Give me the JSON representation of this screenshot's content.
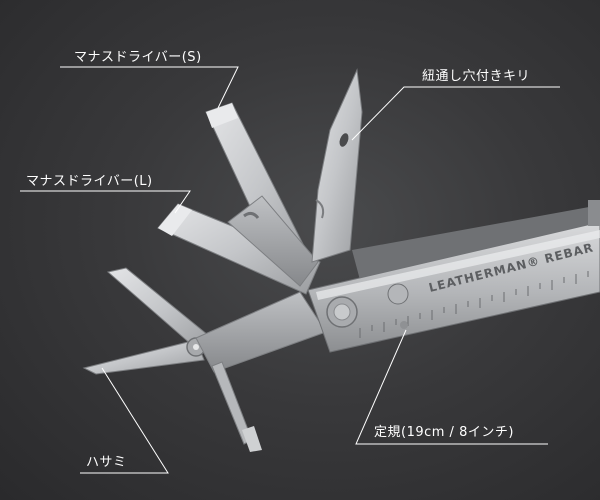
{
  "callouts": {
    "small_screwdriver": "マナスドライバー(S)",
    "large_screwdriver": "マナスドライバー(L)",
    "awl": "紐通し穴付きキリ",
    "ruler": "定規(19cm / 8インチ)",
    "scissors": "ハサミ"
  },
  "handle_engraving": "LEATHERMAN® REBAR",
  "colors": {
    "background": "#39393b",
    "steel": "#c9cbcd",
    "steel_shadow": "#8e9093",
    "callout_line": "#ffffff",
    "label_text": "#ffffff"
  }
}
